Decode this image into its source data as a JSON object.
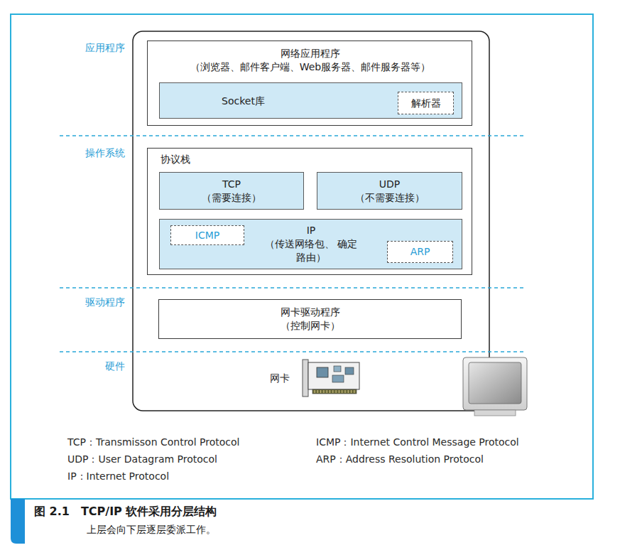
{
  "diagram": {
    "title": "图 2.1　TCP/IP 软件采用分层结构",
    "caption": "上层会向下层逐层委派工作。",
    "nodes": [
      {
        "text": [
          "网络应用程序",
          "（浏览器、邮件客户端、Web服务器、邮件服务器等）"
        ]
      },
      {
        "text": [
          "Socket库"
        ],
        "in": 0
      },
      {
        "text": [
          "解析器"
        ],
        "in": 1
      },
      {
        "text": [
          "协议栈"
        ]
      },
      {
        "text": [
          "TCP",
          "（需要连接）"
        ],
        "in": 3
      },
      {
        "text": [
          "UDP",
          "（不需要连接）"
        ],
        "in": 3
      },
      {
        "text": [
          "IP",
          "（传送网络包、 确定路由）"
        ],
        "in": 3
      },
      {
        "text": [
          "ICMP"
        ],
        "in": 6
      },
      {
        "text": [
          "ARP"
        ],
        "in": 6
      },
      {
        "text": [
          "网卡驱动程序",
          "（控制网卡）"
        ]
      }
    ],
    "labels": [
      "应用程序",
      "操作系统",
      "驱动程序",
      "硬件",
      "网卡",
      "TCP：Transmisson Control Protocol",
      "UDP：User Datagram Protocol",
      "IP：Internet Protocol",
      "ICMP：Internet Control Message Protocol",
      "ARP：Address Resolution Protocol"
    ]
  }
}
